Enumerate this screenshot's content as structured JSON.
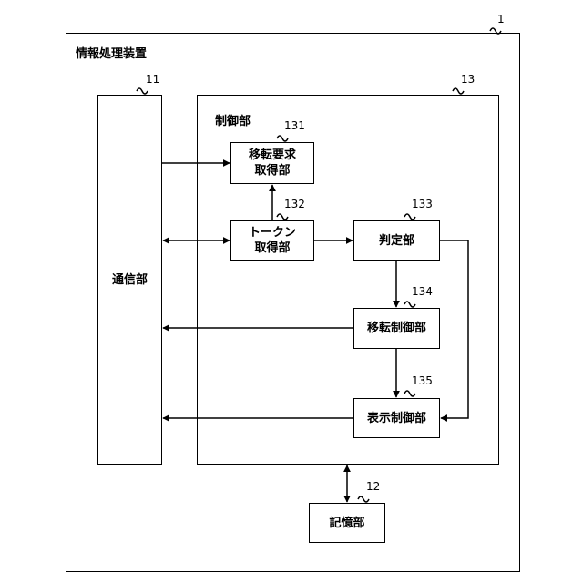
{
  "refs": {
    "device": "1",
    "comm": "11",
    "storage": "12",
    "control": "13",
    "transfer_request": "131",
    "token": "132",
    "judge": "133",
    "transfer_control": "134",
    "display_control": "135"
  },
  "labels": {
    "device": "情報処理装置",
    "control": "制御部",
    "comm": "通信部",
    "transfer_request": "移転要求\n取得部",
    "token": "トークン\n取得部",
    "judge": "判定部",
    "transfer_control": "移転制御部",
    "display_control": "表示制御部",
    "storage": "記憶部"
  }
}
